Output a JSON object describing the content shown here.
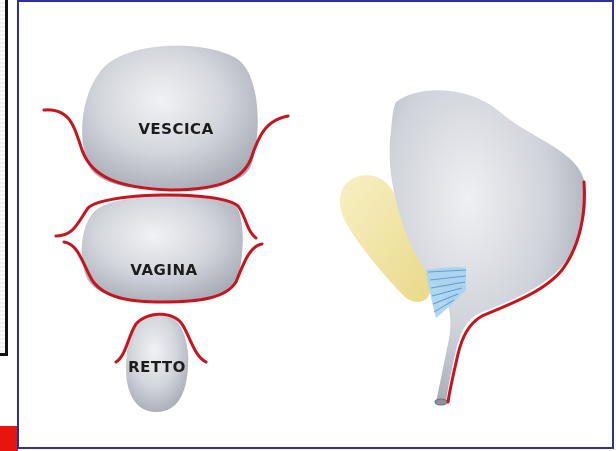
{
  "colors": {
    "frame": "#2e2fa0",
    "organ_fill": "#c9ccd3",
    "membrane": "#c8141e",
    "urethra_ligament": "#7fb7e6",
    "bone_fill": "#f3e7a6",
    "accent_corner": "#e8150f"
  },
  "diagram": {
    "labels": {
      "bladder": "VESCICA",
      "vagina": "VAGINA",
      "rectum": "RETTO"
    }
  }
}
